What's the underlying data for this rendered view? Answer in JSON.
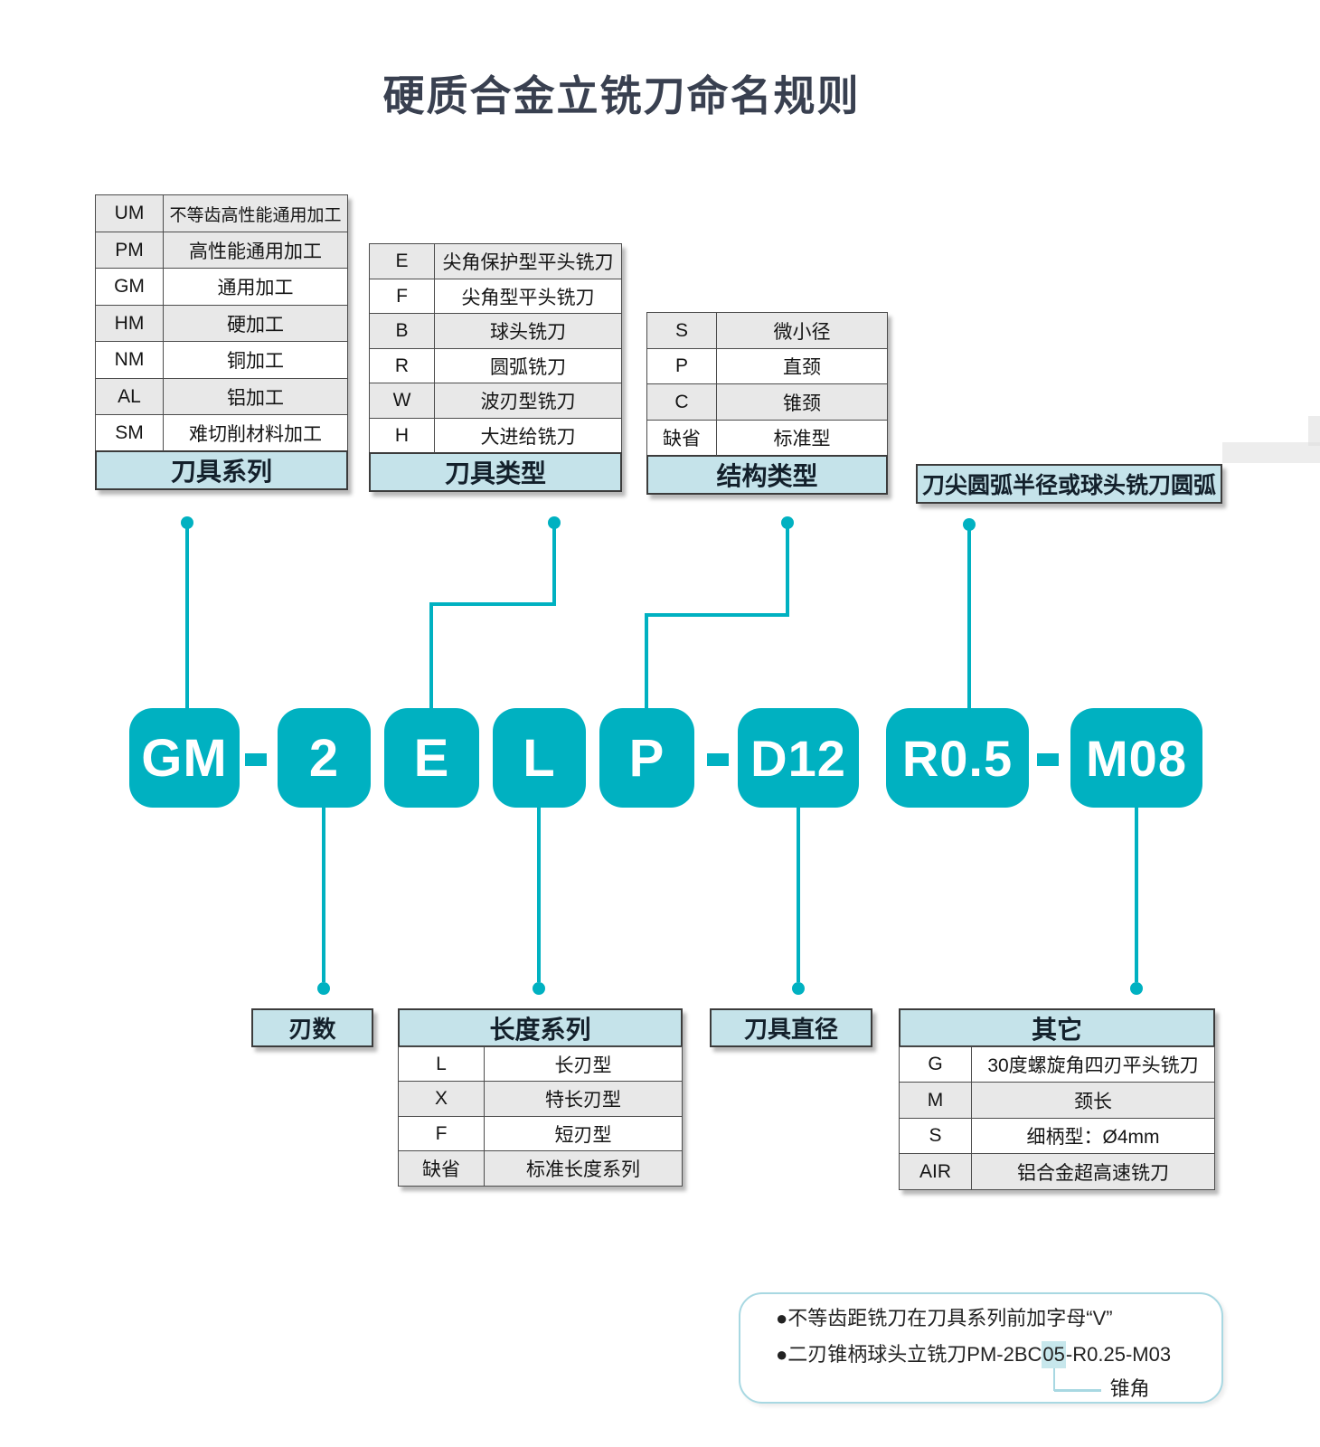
{
  "title": "硬质合金立铣刀命名规则",
  "tables": {
    "tool_series": {
      "header": "刀具系列",
      "rows": [
        {
          "code": "UM",
          "desc": "不等齿高性能通用加工"
        },
        {
          "code": "PM",
          "desc": "高性能通用加工"
        },
        {
          "code": "GM",
          "desc": "通用加工"
        },
        {
          "code": "HM",
          "desc": "硬加工"
        },
        {
          "code": "NM",
          "desc": "铜加工"
        },
        {
          "code": "AL",
          "desc": "铝加工"
        },
        {
          "code": "SM",
          "desc": "难切削材料加工"
        }
      ]
    },
    "tool_type": {
      "header": "刀具类型",
      "rows": [
        {
          "code": "E",
          "desc": "尖角保护型平头铣刀"
        },
        {
          "code": "F",
          "desc": "尖角型平头铣刀"
        },
        {
          "code": "B",
          "desc": "球头铣刀"
        },
        {
          "code": "R",
          "desc": "圆弧铣刀"
        },
        {
          "code": "W",
          "desc": "波刃型铣刀"
        },
        {
          "code": "H",
          "desc": "大进给铣刀"
        }
      ]
    },
    "structure_type": {
      "header": "结构类型",
      "rows": [
        {
          "code": "S",
          "desc": "微小径"
        },
        {
          "code": "P",
          "desc": "直颈"
        },
        {
          "code": "C",
          "desc": "锥颈"
        },
        {
          "code": "缺省",
          "desc": "标准型"
        }
      ]
    },
    "length_series": {
      "header": "长度系列",
      "rows": [
        {
          "code": "L",
          "desc": "长刃型"
        },
        {
          "code": "X",
          "desc": "特长刃型"
        },
        {
          "code": "F",
          "desc": "短刃型"
        },
        {
          "code": "缺省",
          "desc": "标准长度系列"
        }
      ]
    },
    "other": {
      "header": "其它",
      "rows": [
        {
          "code": "G",
          "desc": "30度螺旋角四刃平头铣刀"
        },
        {
          "code": "M",
          "desc": "颈长"
        },
        {
          "code": "S",
          "desc": "细柄型：Ø4mm"
        },
        {
          "code": "AIR",
          "desc": "铝合金超高速铣刀"
        }
      ]
    }
  },
  "labels": {
    "radius": "刀尖圆弧半径或球头铣刀圆弧",
    "flutes": "刃数",
    "diameter": "刀具直径"
  },
  "code": {
    "segments": [
      {
        "t": "GM"
      },
      {
        "t": "-"
      },
      {
        "t": "2"
      },
      {
        "t": "E"
      },
      {
        "t": "L"
      },
      {
        "t": "P"
      },
      {
        "t": "-"
      },
      {
        "t": "D12"
      },
      {
        "t": "R0.5"
      },
      {
        "t": "-"
      },
      {
        "t": "M08"
      }
    ]
  },
  "notes": {
    "line1": "●不等齿距铣刀在刀具系列前加字母“V”",
    "line2_prefix": "●二刃锥柄球头立铣刀PM-2BC",
    "line2_highlight": "05",
    "line2_suffix": "-R0.25-M03",
    "taper": "锥角"
  },
  "colors": {
    "teal": "#00b1c1",
    "header_blue": "#c5e3ea",
    "row_gray": "#e8e8e8",
    "note_border": "#a8d8e2",
    "highlight": "#c7e7ec",
    "title_text": "#394050"
  }
}
